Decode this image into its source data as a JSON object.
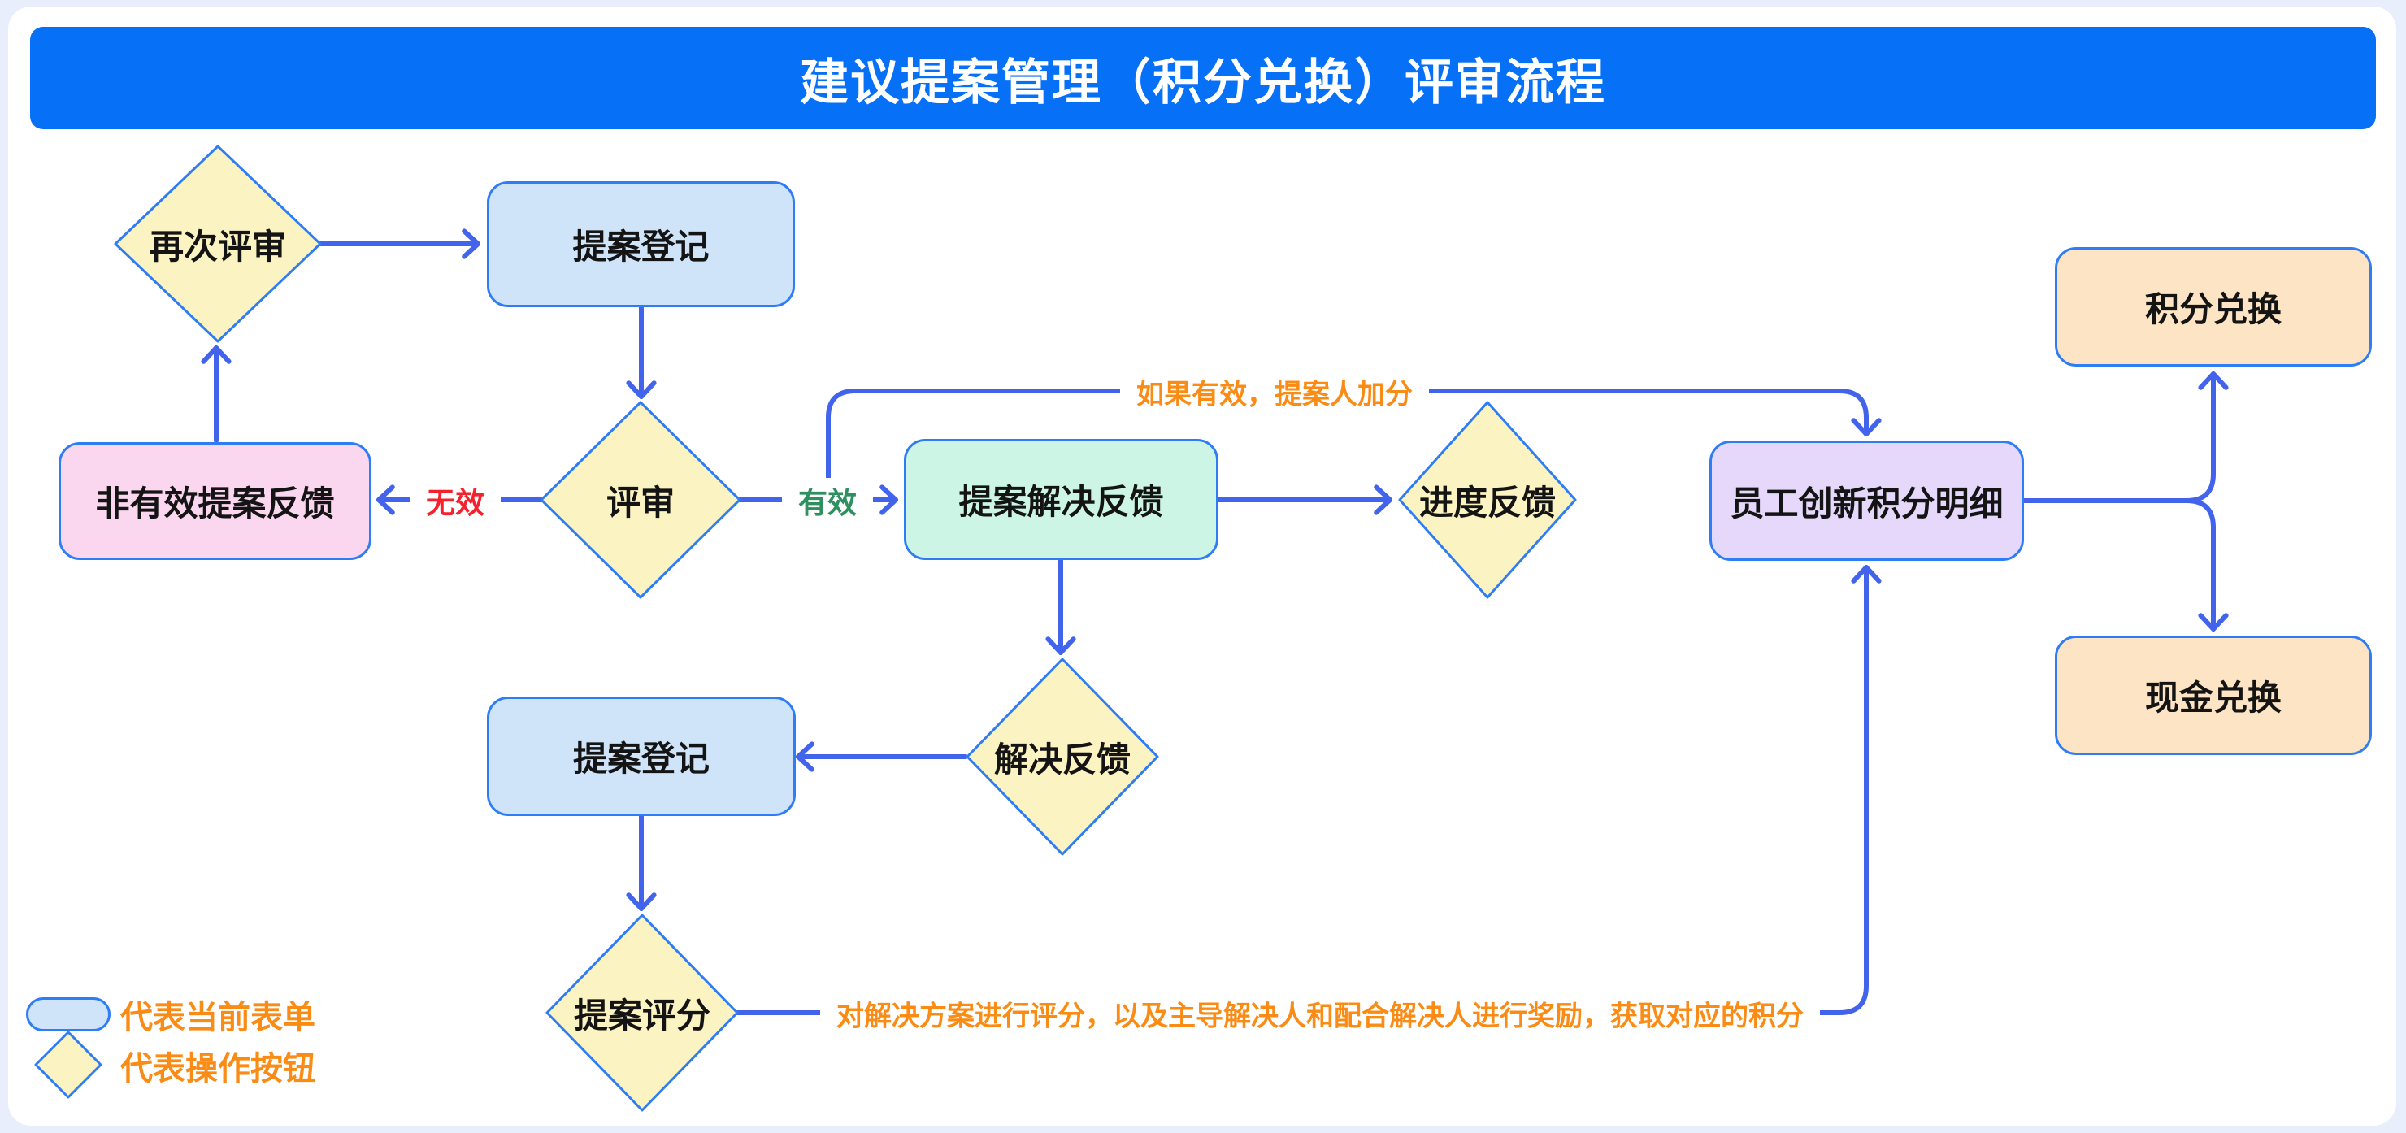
{
  "title": "建议提案管理（积分兑换）评审流程",
  "nodes": {
    "review_again": "再次评审",
    "register_top": "提案登记",
    "review": "评审",
    "invalid_feedback": "非有效提案反馈",
    "solution_feedback": "提案解决反馈",
    "progress_feedback": "进度反馈",
    "points_detail": "员工创新积分明细",
    "points_exchange": "积分兑换",
    "cash_exchange": "现金兑换",
    "resolve_feedback": "解决反馈",
    "register_bottom": "提案登记",
    "proposal_score": "提案评分"
  },
  "edge_labels": {
    "invalid": "无效",
    "valid": "有效",
    "if_valid": "如果有效，提案人加分",
    "score_note": "对解决方案进行评分，以及主导解决人和配合解决人进行奖励，获取对应的积分"
  },
  "legend": {
    "form": {
      "label": "代表当前表单"
    },
    "action": {
      "label": "代表操作按钮"
    }
  },
  "colors": {
    "header_bg": "#0670f7",
    "wire_blue": "#4263ec",
    "node_border": "#2e7df5",
    "form_fill": "#cfe3f9",
    "action_fill": "#fbf3c1",
    "invalid_fill": "#fad7ef",
    "solution_fill": "#cdf5e6",
    "points_fill": "#e5d8fb",
    "exchange_fill": "#fce4c5",
    "label_orange": "#fa8c16",
    "label_red": "#f5222d",
    "label_green": "#2e8f5f"
  }
}
